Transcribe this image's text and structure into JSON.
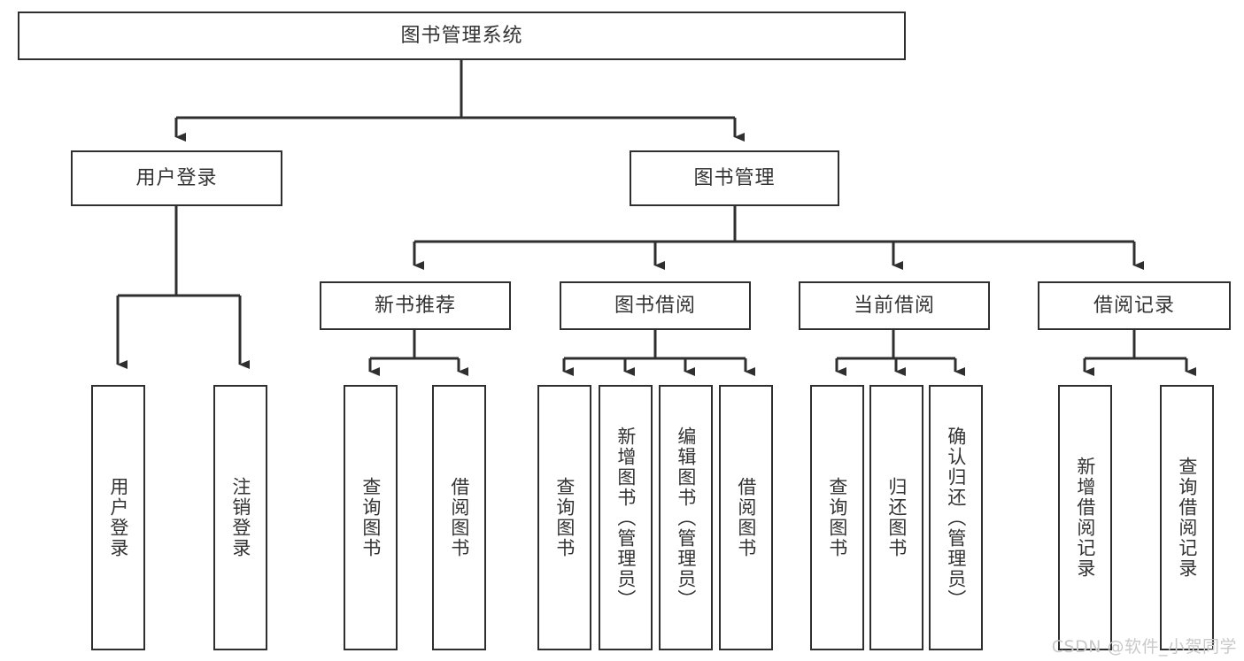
{
  "diagram": {
    "title": "图书管理系统",
    "type": "hierarchy-tree",
    "watermark": "CSDN @软件_小贺同学",
    "colors": {
      "stroke": "#2f2f2f",
      "box_fill": "#ffffff",
      "text": "#333333",
      "background": "#ffffff",
      "watermark": "#c9c9c9"
    },
    "nodes": {
      "root": {
        "label": "图书管理系统"
      },
      "level2": [
        {
          "label": "用户登录"
        },
        {
          "label": "图书管理"
        }
      ],
      "level3": [
        {
          "label": "新书推荐"
        },
        {
          "label": "图书借阅"
        },
        {
          "label": "当前借阅"
        },
        {
          "label": "借阅记录"
        }
      ],
      "leaves": {
        "user_login": [
          {
            "label": "用户登录"
          },
          {
            "label": "注销登录"
          }
        ],
        "new_book": [
          {
            "label": "查询图书"
          },
          {
            "label": "借阅图书"
          }
        ],
        "book_borrow": [
          {
            "label": "查询图书"
          },
          {
            "label": "新增图书（管理员）"
          },
          {
            "label": "编辑图书（管理员）"
          },
          {
            "label": "借阅图书"
          }
        ],
        "current_borrow": [
          {
            "label": "查询图书"
          },
          {
            "label": "归还图书"
          },
          {
            "label": "确认归还（管理员）"
          }
        ],
        "borrow_record": [
          {
            "label": "新增借阅记录"
          },
          {
            "label": "查询借阅记录"
          }
        ]
      }
    }
  }
}
